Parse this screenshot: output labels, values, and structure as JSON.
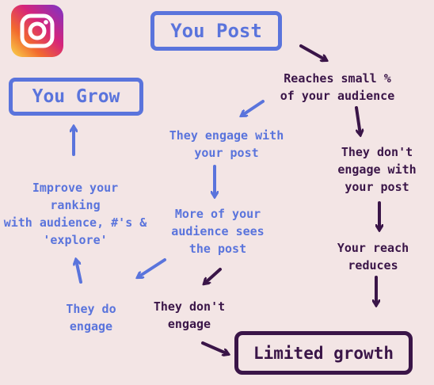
{
  "nodes": {
    "you_post": "You Post",
    "you_grow": "You Grow",
    "reaches": "Reaches small %\nof your audience",
    "they_engage": "They engage with\nyour post",
    "they_dont_engage_post": "They don't\nengage with\nyour post",
    "improve": "Improve your\nranking\nwith audience, #'s &\n'explore'",
    "more_audience": "More of your\naudience sees\nthe post",
    "your_reach": "Your reach\nreduces",
    "they_do_engage": "They do\nengage",
    "they_dont_engage": "They don't\nengage",
    "limited_growth": "Limited growth"
  },
  "icon": "instagram-logo",
  "colors": {
    "blue": "#5a74dc",
    "dark": "#3a1548",
    "background": "#f3e5e5"
  }
}
